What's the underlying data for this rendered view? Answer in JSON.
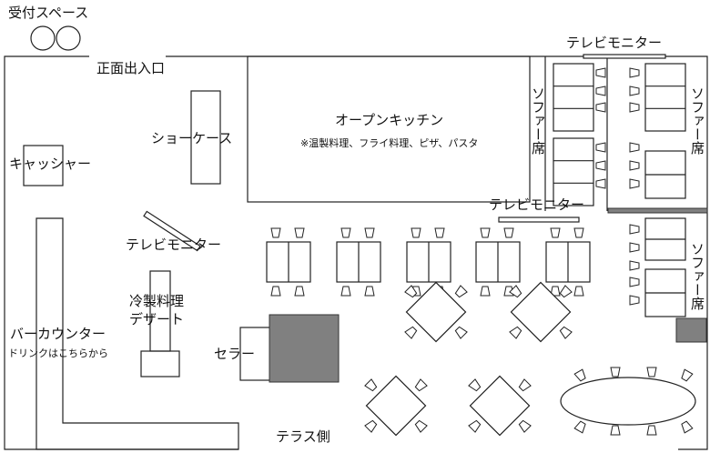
{
  "labels": {
    "reception": "受付スペース",
    "main_entrance": "正面出入口",
    "showcase": "ショーケース",
    "cashier": "キャッシャー",
    "open_kitchen": "オープンキッチン",
    "kitchen_menu": "※温製料理、フライ料理、ピザ、パスタ",
    "tv_monitor_top": "テレビモニター",
    "tv_monitor_middle": "テレビモニター",
    "tv_monitor_left": "テレビモニター",
    "sofa_left": "ソファー席",
    "sofa_right_top": "ソファー席",
    "sofa_right_bottom": "ソファー席",
    "cold_dishes": "冷製料理",
    "dessert": "デザート",
    "bar_counter": "バーカウンター",
    "bar_drinks": "ドリンクはこちらから",
    "cellar": "セラー",
    "terrace_side": "テラス側"
  }
}
